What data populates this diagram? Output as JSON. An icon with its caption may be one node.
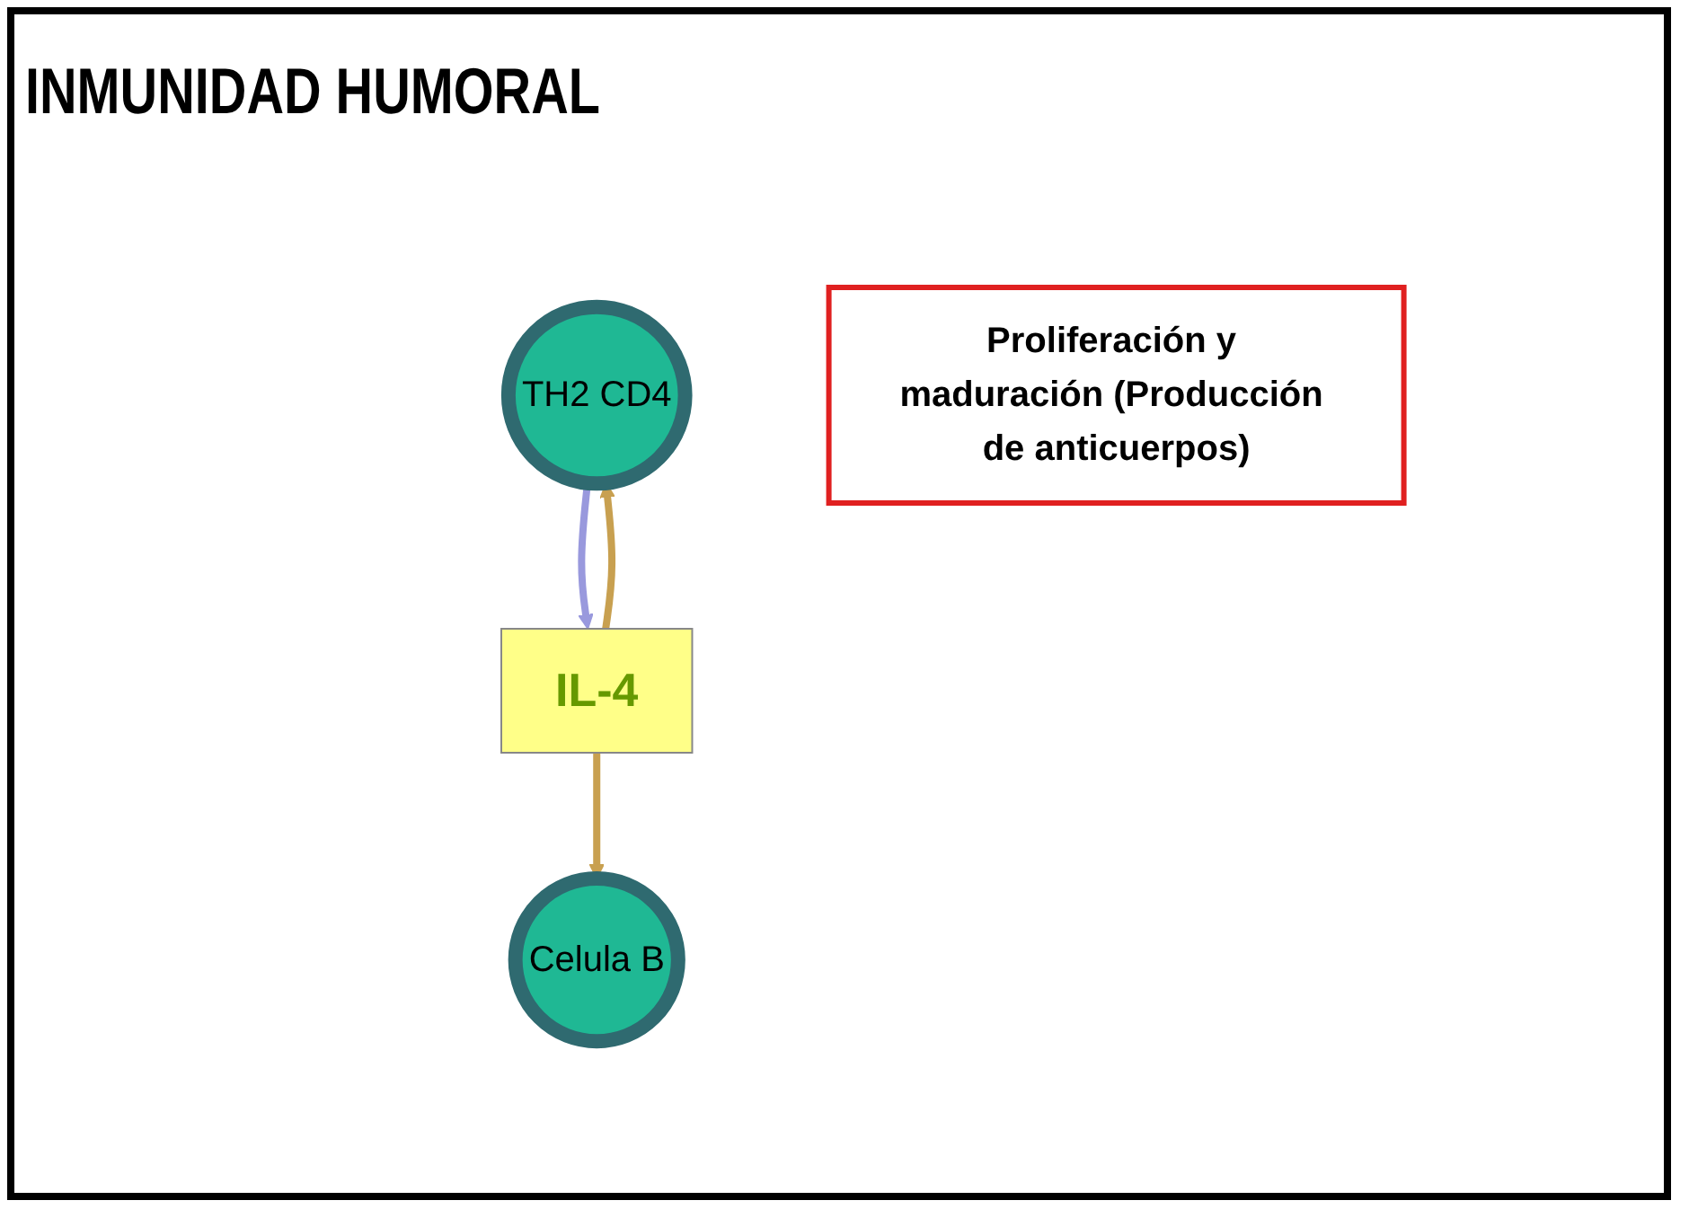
{
  "diagram": {
    "title": "INMUNIDAD HUMORAL",
    "nodes": [
      {
        "text": [
          "TH2 CD4"
        ]
      },
      {
        "text": [
          "IL-4"
        ]
      },
      {
        "text": [
          "Celula B"
        ]
      },
      {
        "text": [
          "Proliferación y maduración (Producción de anticuerpos)"
        ]
      }
    ],
    "edges": [
      {
        "from": 1,
        "to": 0,
        "arrow": "to"
      },
      {
        "from": 0,
        "to": 1,
        "arrow": "to",
        "color": "#9999dd"
      },
      {
        "from": 1,
        "to": 2,
        "arrow": "to"
      }
    ]
  }
}
